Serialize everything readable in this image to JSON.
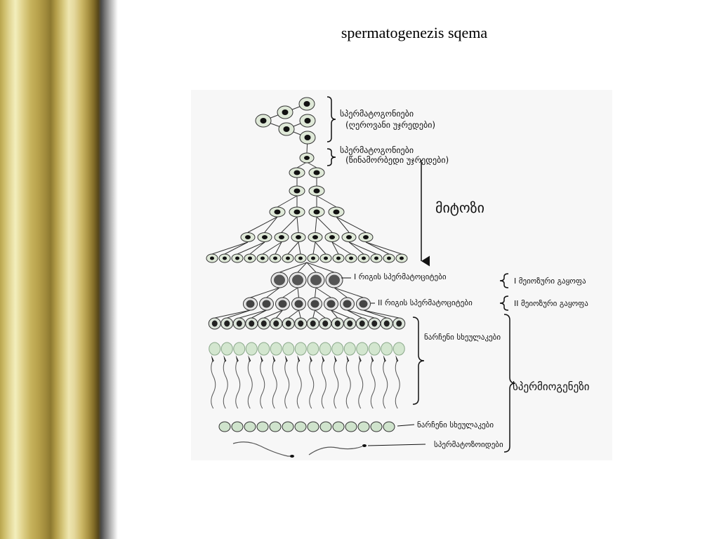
{
  "slide": {
    "title": "spermatogenezis sqema"
  },
  "diagram": {
    "labels": {
      "spermatogonia_stem": "სპერმატოგონიები",
      "spermatogonia_stem_sub": "(ღეროვანი უჯრედები)",
      "spermatogonia_progenitor": "სპერმატოგონიები",
      "spermatogonia_progenitor_sub": "(წინამორბედი უჯრედები)",
      "mitosis": "მიტოზი",
      "spermatocytes_1": "I რიგის სპერმატოციტები",
      "spermatocytes_2": "II რიგის სპერმატოციტები",
      "meiosis_1": "I მეიოზური გაყოფა",
      "meiosis_2": "II მეიოზური გაყოფა",
      "early_spermatids": "ნარჩენი სხეულაკები",
      "residual_bodies": "ნარჩენი სხეულაკები",
      "spermatozoa": "სპერმატოზოიდები",
      "spermiogenesis": "სპერმიოგენეზი"
    }
  }
}
